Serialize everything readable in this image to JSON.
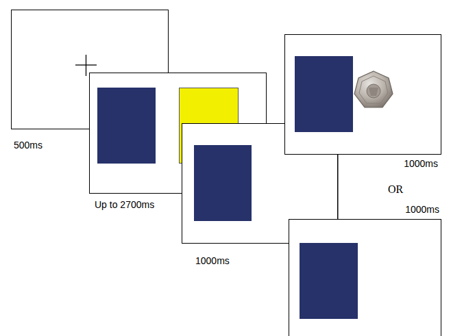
{
  "diagram": {
    "nodes": [
      {
        "text": [
          "500ms"
        ]
      },
      {
        "text": [
          "Up to 2700ms"
        ]
      },
      {
        "text": [
          "1000ms"
        ]
      },
      {
        "text": [
          "1000ms"
        ]
      },
      {
        "text": [
          "1000ms"
        ]
      }
    ],
    "edges": [
      {
        "from": 3,
        "to": 4,
        "arrow": "none",
        "label": "OR"
      }
    ]
  }
}
